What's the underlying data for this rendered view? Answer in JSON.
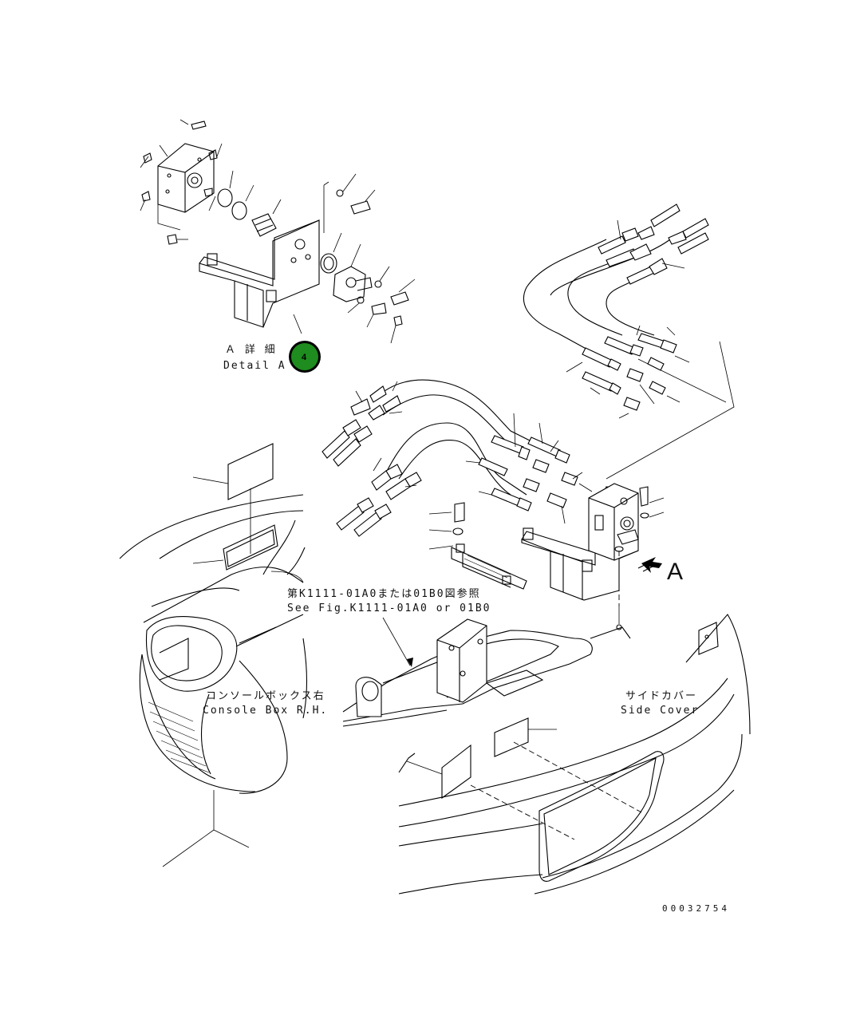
{
  "detail_label_jp": "Ａ 詳 細",
  "detail_label_en": "Detail A",
  "callout_number": "4",
  "callout_color": "#1e8c1e",
  "arrow_label": "A",
  "reference_jp": "第K1111-01A0または01B0図参照",
  "reference_en": "See Fig.K1111-01A0 or 01B0",
  "console_jp": "コンソールボックス右",
  "console_en": "Console Box R.H.",
  "sidecover_jp": "サイドカバー",
  "sidecover_en": "Side Cover",
  "drawing_number": "00032754"
}
